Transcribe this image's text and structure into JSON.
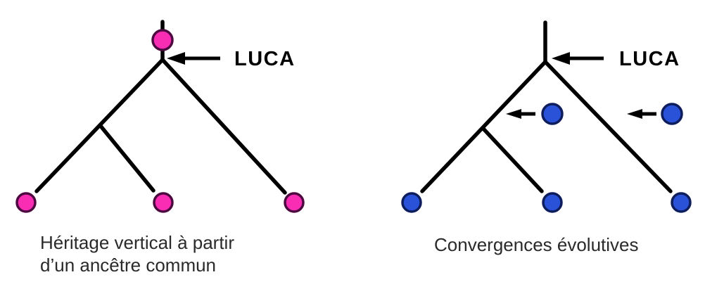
{
  "diagram": {
    "background": "#ffffff",
    "line_color": "#000000",
    "text_color": "#2a2a2a",
    "left_tree": {
      "luca_label": "LUCA",
      "caption": [
        "Héritage vertical à partir",
        "d’un ancêtre commun"
      ],
      "node_fill": "#f92cb4",
      "node_stroke": "#4d0a41",
      "nodes": {
        "ancestor": 1,
        "tips": 3
      }
    },
    "right_tree": {
      "luca_label": "LUCA",
      "caption": "Convergences évolutives",
      "node_fill": "#2a52d8",
      "node_stroke": "#0e1d5c",
      "nodes": {
        "tips": 3,
        "transferred": 2
      }
    }
  }
}
